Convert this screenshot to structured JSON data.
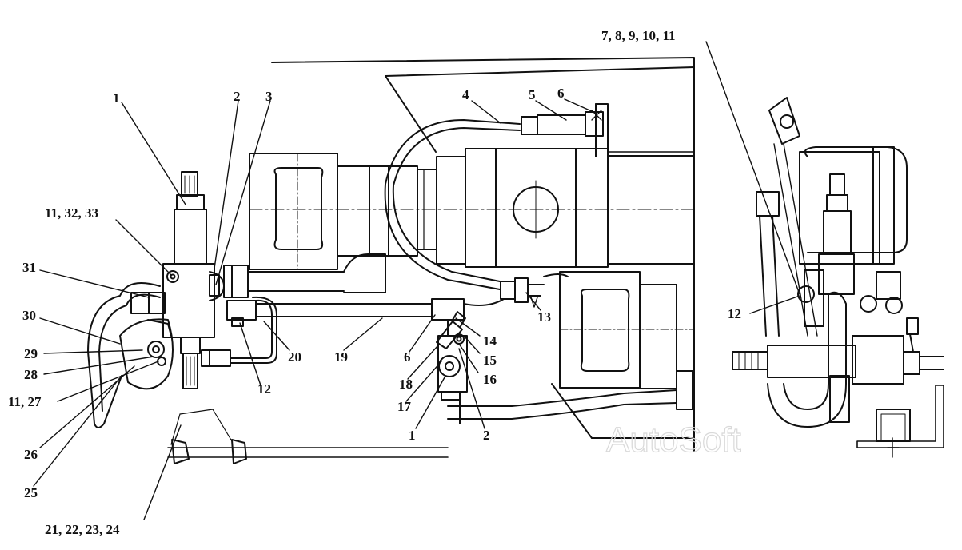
{
  "watermark": "AutoSoft",
  "callouts": [
    {
      "id": "c1",
      "label": "1"
    },
    {
      "id": "c2",
      "label": "2"
    },
    {
      "id": "c3",
      "label": "3"
    },
    {
      "id": "c4",
      "label": "4"
    },
    {
      "id": "c5",
      "label": "5"
    },
    {
      "id": "c6top",
      "label": "6"
    },
    {
      "id": "c7",
      "label": "7, 8, 9, 10, 11"
    },
    {
      "id": "c11a",
      "label": "11, 32, 33"
    },
    {
      "id": "c31",
      "label": "31"
    },
    {
      "id": "c30",
      "label": "30"
    },
    {
      "id": "c29",
      "label": "29"
    },
    {
      "id": "c28",
      "label": "28"
    },
    {
      "id": "c1127",
      "label": "11, 27"
    },
    {
      "id": "c26",
      "label": "26"
    },
    {
      "id": "c25",
      "label": "25"
    },
    {
      "id": "c21",
      "label": "21, 22, 23, 24"
    },
    {
      "id": "c12a",
      "label": "12"
    },
    {
      "id": "c20",
      "label": "20"
    },
    {
      "id": "c19",
      "label": "19"
    },
    {
      "id": "c6b",
      "label": "6"
    },
    {
      "id": "c18",
      "label": "18"
    },
    {
      "id": "c17",
      "label": "17"
    },
    {
      "id": "c1b",
      "label": "1"
    },
    {
      "id": "c2b",
      "label": "2"
    },
    {
      "id": "c14",
      "label": "14"
    },
    {
      "id": "c15",
      "label": "15"
    },
    {
      "id": "c16",
      "label": "16"
    },
    {
      "id": "c13",
      "label": "13"
    },
    {
      "id": "c12b",
      "label": "12"
    }
  ]
}
